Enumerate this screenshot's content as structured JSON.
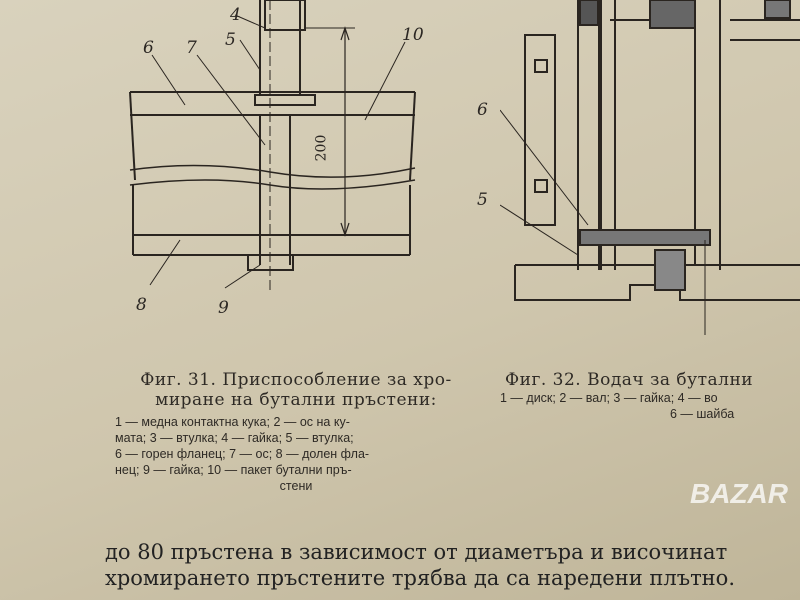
{
  "figure31": {
    "labels": [
      "4",
      "5",
      "6",
      "7",
      "10",
      "8",
      "9"
    ],
    "dimension": "200",
    "title_line1": "Фиг. 31. Приспособление за хро-",
    "title_line2": "миране на бутални пръстени:",
    "legend": [
      "1 — медна контактна кука; 2 — ос на ку-",
      "мата; 3 — втулка; 4 — гайка; 5 — втулка;",
      "6 — горен фланец; 7 — ос; 8 — долен фла-",
      "нец; 9 — гайка; 10 — пакет бутални пръ-",
      "стени"
    ]
  },
  "figure32": {
    "labels": [
      "6",
      "5"
    ],
    "title": "Фиг. 32. Водач за бутални",
    "legend": [
      "1 — диск; 2 — вал; 3 — гайка; 4 — во",
      "6 — шайба"
    ]
  },
  "body_text": [
    "до 80 пръстена в зависимост от диаметъра и  височинат",
    "хромирането пръстените трябва да са наредени плътно."
  ],
  "watermark": "BAZAR"
}
